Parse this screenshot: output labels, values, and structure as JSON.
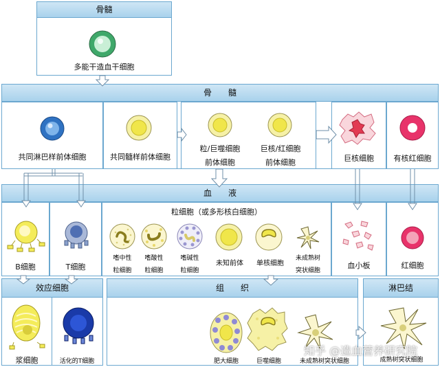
{
  "sections": {
    "top_bone_marrow": "骨髓",
    "bone_marrow": "骨　　髓",
    "blood": "血　　液",
    "effector": "效应细胞",
    "tissue": "组　　织",
    "lymph_node": "淋巴结"
  },
  "cells": {
    "hsc": "多能干造血干细胞",
    "clp": "共同淋巴样前体细胞",
    "cmp": "共同髓样前体细胞",
    "gmp_line1": "粒/巨噬细胞",
    "gmp_line2": "前体细胞",
    "mep_line1": "巨核/红细胞",
    "mep_line2": "前体细胞",
    "megakaryocyte": "巨核细胞",
    "nucleated_rbc": "有核红细胞",
    "granulocyte_group": "粒细胞（或多形核白细胞）",
    "b_cell": "B细胞",
    "t_cell": "T细胞",
    "neutrophil_l1": "嗜中性",
    "neutrophil_l2": "粒细胞",
    "eosinophil_l1": "嗜酸性",
    "eosinophil_l2": "粒细胞",
    "basophil_l1": "嗜碱性",
    "basophil_l2": "粒细胞",
    "unknown_precursor": "未知前体",
    "monocyte": "单核细胞",
    "imm_dc_blood_l1": "未成熟树",
    "imm_dc_blood_l2": "突状细胞",
    "platelet": "血小板",
    "rbc": "红细胞",
    "plasma_cell": "浆细胞",
    "activated_t": "活化的T细胞",
    "mast_cell": "肥大细胞",
    "macrophage": "巨噬细胞",
    "imm_dc_tissue": "未成熟树突状细胞",
    "mature_dc": "成熟树突状细胞"
  },
  "watermark": "知乎 @造血营养研究院",
  "colors": {
    "header": "#a9d2ec",
    "border": "#6aa7cf",
    "yellow_cell": "#f3ee8a",
    "green_cell": "#8fd3a8",
    "blue_cell": "#3b7fc8",
    "red_cell": "#e8336a",
    "pink_cell": "#f4a3b8"
  }
}
